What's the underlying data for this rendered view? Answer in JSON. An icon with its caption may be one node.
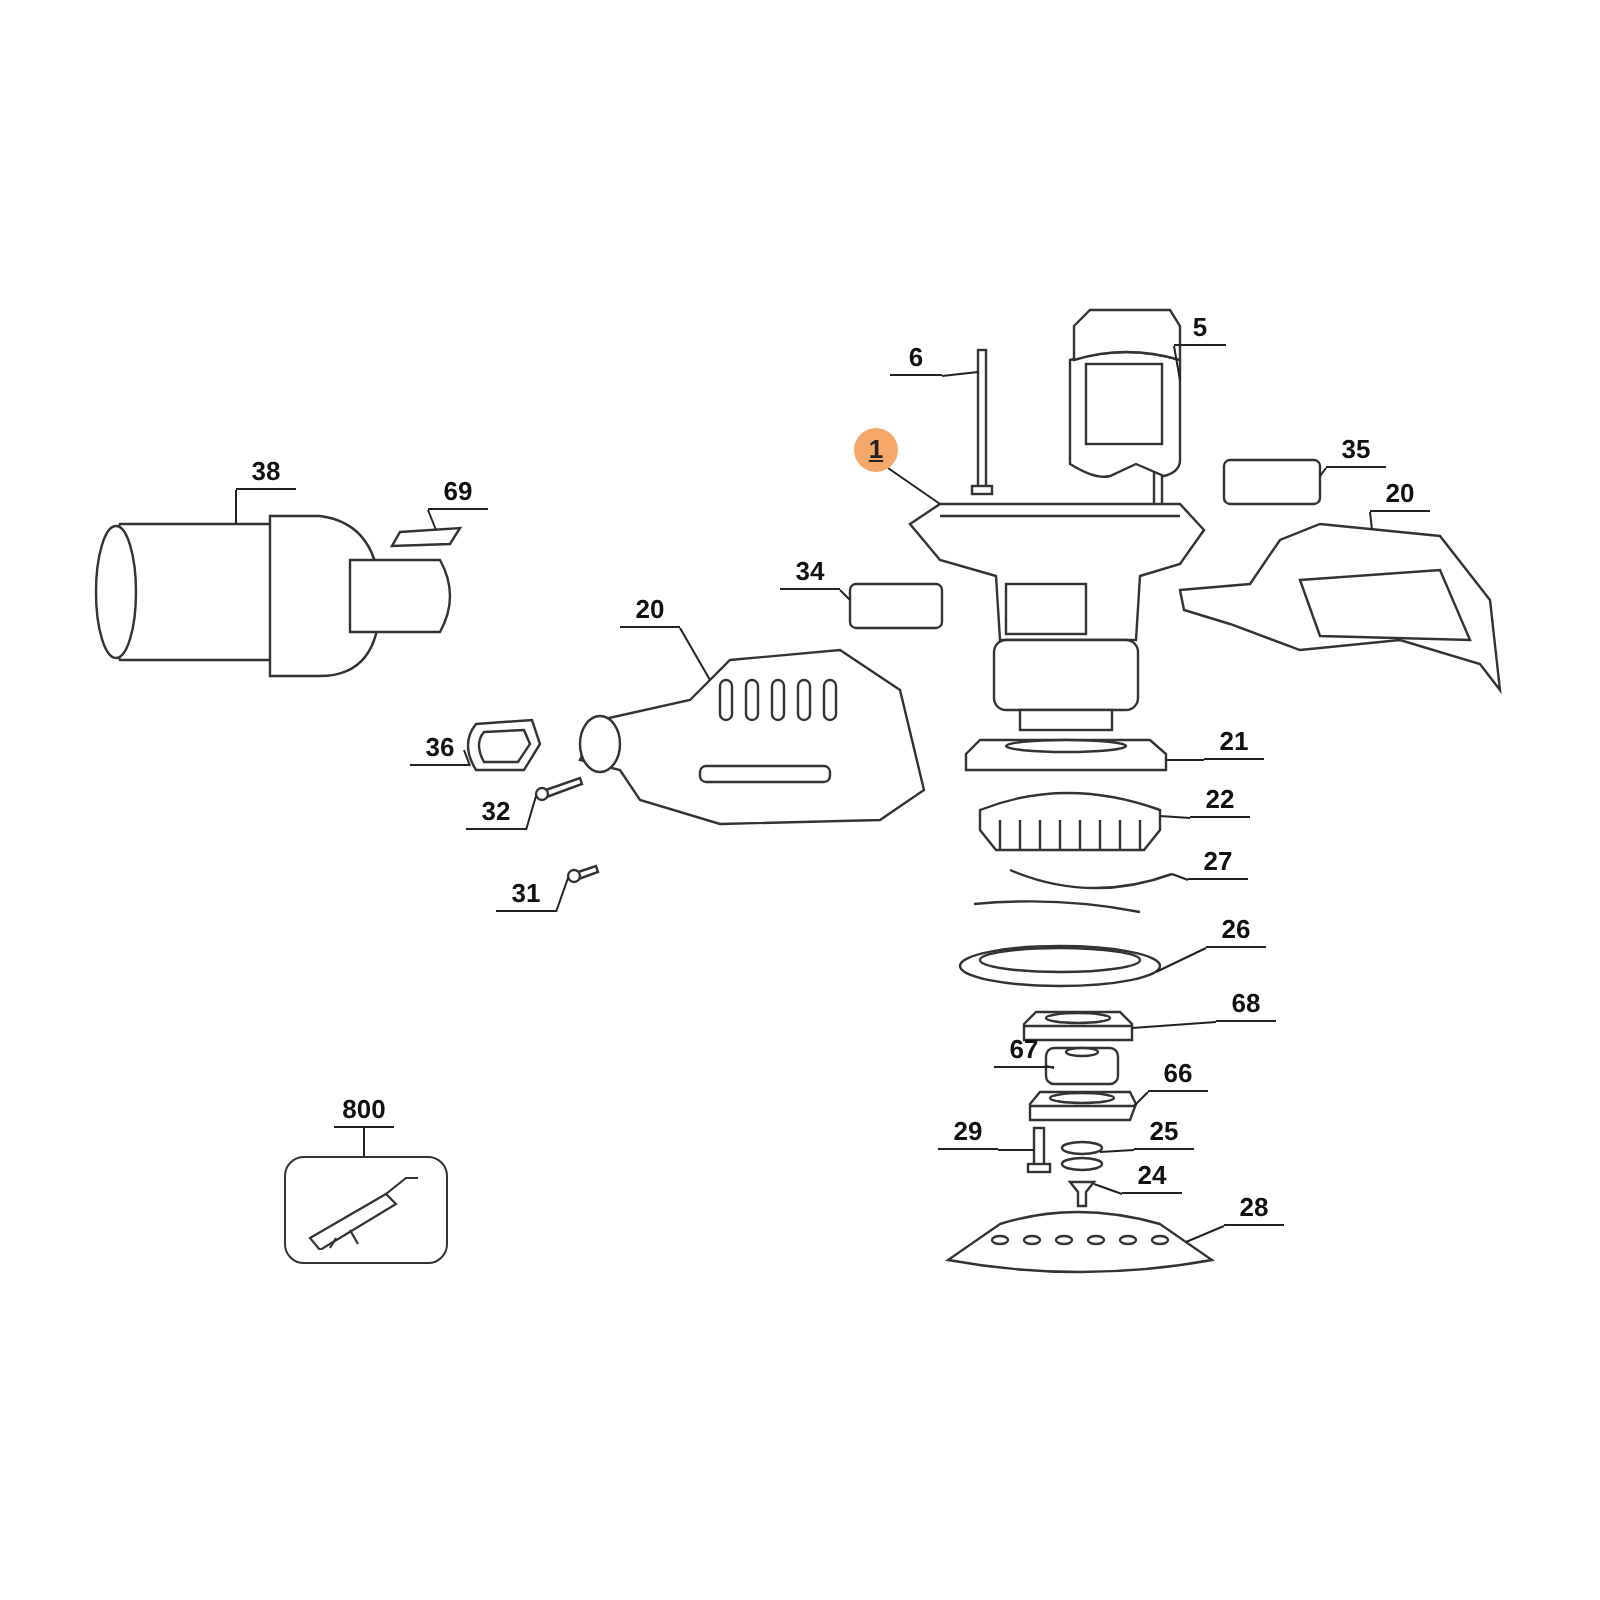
{
  "diagram": {
    "nodes": [
      {
        "text": [
          "5"
        ]
      },
      {
        "text": [
          "6"
        ]
      },
      {
        "text": [
          "1"
        ]
      },
      {
        "text": [
          "38"
        ]
      },
      {
        "text": [
          "69"
        ]
      },
      {
        "text": [
          "35"
        ]
      },
      {
        "text": [
          "20"
        ]
      },
      {
        "text": [
          "34"
        ]
      },
      {
        "text": [
          "20"
        ]
      },
      {
        "text": [
          "21"
        ]
      },
      {
        "text": [
          "36"
        ]
      },
      {
        "text": [
          "22"
        ]
      },
      {
        "text": [
          "32"
        ]
      },
      {
        "text": [
          "27"
        ]
      },
      {
        "text": [
          "31"
        ]
      },
      {
        "text": [
          "26"
        ]
      },
      {
        "text": [
          "68"
        ]
      },
      {
        "text": [
          "67"
        ]
      },
      {
        "text": [
          "66"
        ]
      },
      {
        "text": [
          "29"
        ]
      },
      {
        "text": [
          "25"
        ]
      },
      {
        "text": [
          "800"
        ]
      },
      {
        "text": [],
        "shape": "box"
      },
      {
        "text": [
          "24"
        ]
      },
      {
        "text": [
          "28"
        ]
      },
      {
        "text": [],
        "shape": "picture"
      },
      {
        "text": [],
        "shape": "picture"
      },
      {
        "text": [],
        "shape": "picture"
      },
      {
        "text": [],
        "shape": "picture"
      },
      {
        "text": [],
        "shape": "box"
      },
      {
        "text": [],
        "shape": "box"
      },
      {
        "text": [],
        "shape": "picture"
      },
      {
        "text": [],
        "shape": "box"
      },
      {
        "text": [],
        "shape": "picture"
      },
      {
        "text": [],
        "shape": "picture"
      },
      {
        "text": [],
        "shape": "picture"
      },
      {
        "text": [],
        "shape": "picture"
      },
      {
        "text": [],
        "shape": "picture"
      },
      {
        "text": [],
        "shape": "picture"
      },
      {
        "text": [],
        "shape": "picture"
      },
      {
        "text": [],
        "shape": "picture"
      },
      {
        "text": [],
        "shape": "picture"
      },
      {
        "text": [],
        "shape": "picture"
      },
      {
        "text": [],
        "shape": "picture"
      },
      {
        "text": [],
        "shape": "picture"
      },
      {
        "text": [],
        "shape": "picture"
      },
      {
        "text": [],
        "shape": "picture"
      },
      {
        "text": [],
        "shape": "picture"
      }
    ],
    "edges": [
      {
        "from": 0,
        "to": 25,
        "arrow": "none"
      },
      {
        "from": 1,
        "to": 26,
        "arrow": "none"
      },
      {
        "from": 2,
        "to": 27,
        "arrow": "none"
      },
      {
        "from": 3,
        "to": 28,
        "arrow": "none"
      },
      {
        "from": 4,
        "to": 29,
        "arrow": "none"
      },
      {
        "from": 5,
        "to": 30,
        "arrow": "none"
      },
      {
        "from": 6,
        "to": 31,
        "arrow": "none"
      },
      {
        "from": 7,
        "to": 32,
        "arrow": "none"
      },
      {
        "from": 8,
        "to": 33,
        "arrow": "none"
      },
      {
        "from": 9,
        "to": 34,
        "arrow": "none"
      },
      {
        "from": 10,
        "to": 35,
        "arrow": "none"
      },
      {
        "from": 11,
        "to": 36,
        "arrow": "none"
      },
      {
        "from": 12,
        "to": 37,
        "arrow": "none"
      },
      {
        "from": 13,
        "to": 38,
        "arrow": "none"
      },
      {
        "from": 14,
        "to": 39,
        "arrow": "none"
      },
      {
        "from": 15,
        "to": 40,
        "arrow": "none"
      },
      {
        "from": 16,
        "to": 41,
        "arrow": "none"
      },
      {
        "from": 17,
        "to": 42,
        "arrow": "none"
      },
      {
        "from": 18,
        "to": 43,
        "arrow": "none"
      },
      {
        "from": 19,
        "to": 44,
        "arrow": "none"
      },
      {
        "from": 20,
        "to": 45,
        "arrow": "none"
      },
      {
        "from": 21,
        "to": 22,
        "arrow": "none"
      },
      {
        "from": 23,
        "to": 46,
        "arrow": "none"
      },
      {
        "from": 24,
        "to": 47,
        "arrow": "none"
      }
    ]
  }
}
